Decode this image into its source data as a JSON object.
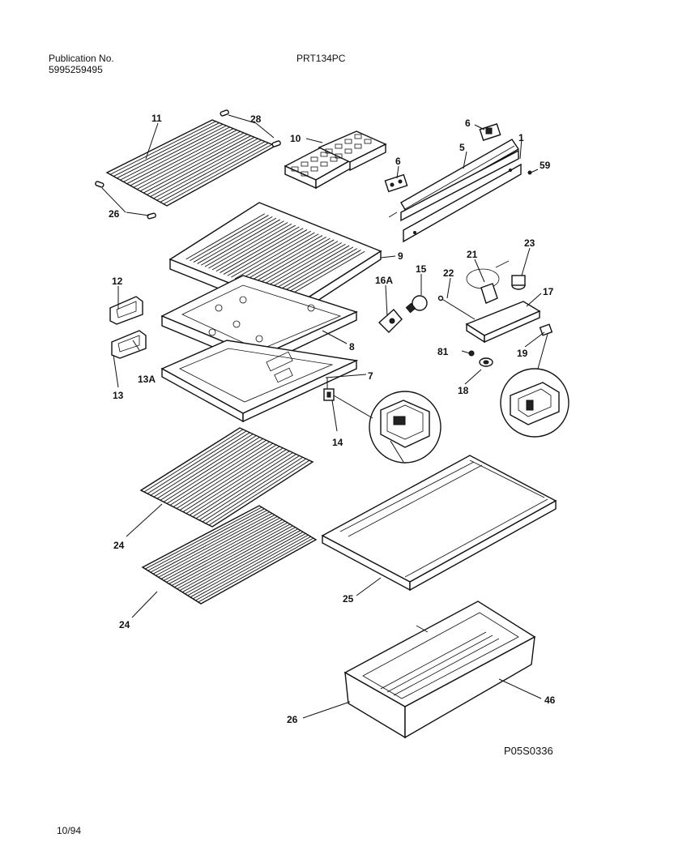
{
  "header": {
    "publication_label": "Publication No.",
    "publication_number": "5995259495",
    "model": "PRT134PC"
  },
  "footer": {
    "figure_code": "P05S0336",
    "date": "10/94"
  },
  "callouts": {
    "c11": "11",
    "c28": "28",
    "c10": "10",
    "c6a": "6",
    "c6b": "6",
    "c5": "5",
    "c1": "1",
    "c59": "59",
    "c26a": "26",
    "c9": "9",
    "c12": "12",
    "c16a": "16A",
    "c15": "15",
    "c22": "22",
    "c21": "21",
    "c23": "23",
    "c17": "17",
    "c8": "8",
    "c81": "81",
    "c19": "19",
    "c7": "7",
    "c13": "13",
    "c13a": "13A",
    "c18": "18",
    "c14": "14",
    "c24a": "24",
    "c24b": "24",
    "c25": "25",
    "c26b": "26",
    "c46": "46"
  }
}
